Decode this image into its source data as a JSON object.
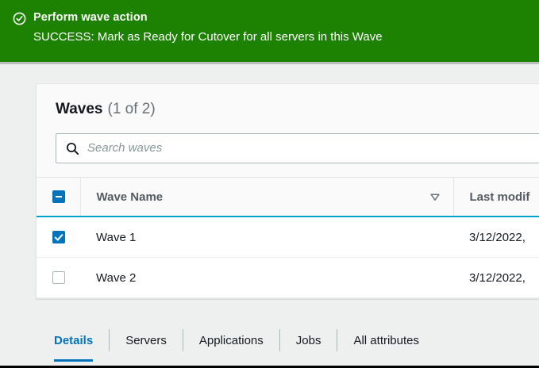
{
  "flash": {
    "icon": "success-circle-check-icon",
    "title": "Perform wave action",
    "message": "SUCCESS: Mark as Ready for Cutover for all servers in this Wave",
    "background_color": "#1d8102",
    "text_color": "#ffffff"
  },
  "panel": {
    "title": "Waves",
    "count": "(1 of 2)"
  },
  "search": {
    "icon": "search-icon",
    "value": "",
    "placeholder": "Search waves"
  },
  "table": {
    "columns": [
      {
        "id": "select",
        "label": ""
      },
      {
        "id": "wave_name",
        "label": "Wave Name",
        "sort_icon": "sort-descending-triangle-icon"
      },
      {
        "id": "last_modified",
        "label": "Last modif"
      }
    ],
    "header_checkbox_state": "indeterminate",
    "rows": [
      {
        "selected": true,
        "checkbox_state": "checked",
        "wave_name": "Wave 1",
        "last_modified": "3/12/2022,"
      },
      {
        "selected": false,
        "checkbox_state": "unchecked",
        "wave_name": "Wave 2",
        "last_modified": "3/12/2022,"
      }
    ]
  },
  "tabs": {
    "active": "Details",
    "items": [
      {
        "label": "Details"
      },
      {
        "label": "Servers"
      },
      {
        "label": "Applications"
      },
      {
        "label": "Jobs"
      },
      {
        "label": "All attributes"
      }
    ]
  },
  "colors": {
    "success_green": "#1d8102",
    "accent_blue": "#0073bb",
    "selected_row_bg": "#f1faff",
    "selected_row_border": "#00a1c9",
    "page_bg": "#eef0f0"
  }
}
